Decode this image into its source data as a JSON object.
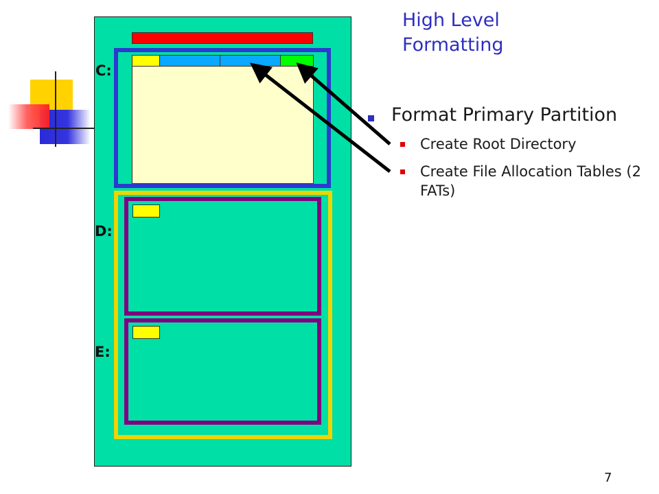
{
  "title": "High Level Formatting",
  "drives": {
    "c": "C:",
    "d": "D:",
    "e": "E:"
  },
  "bullets": {
    "main": "Format Primary Partition",
    "sub1": "Create Root Directory",
    "sub2": "Create File Allocation Tables (2 FATs)"
  },
  "page_number": "7",
  "colors": {
    "disk": "#00dfa5",
    "mbr": "#ff0000",
    "primary_partition_border": "#2d39d0",
    "extended_partition_border": "#f0d400",
    "logical_drive_border": "#800080",
    "volume_area": "#ffffcc",
    "boot_sector": "#ffff00",
    "fat": "#0aa8ff",
    "root_directory": "#00ff00",
    "title_text": "#2e2ebf",
    "sub_bullet": "#e00000"
  }
}
